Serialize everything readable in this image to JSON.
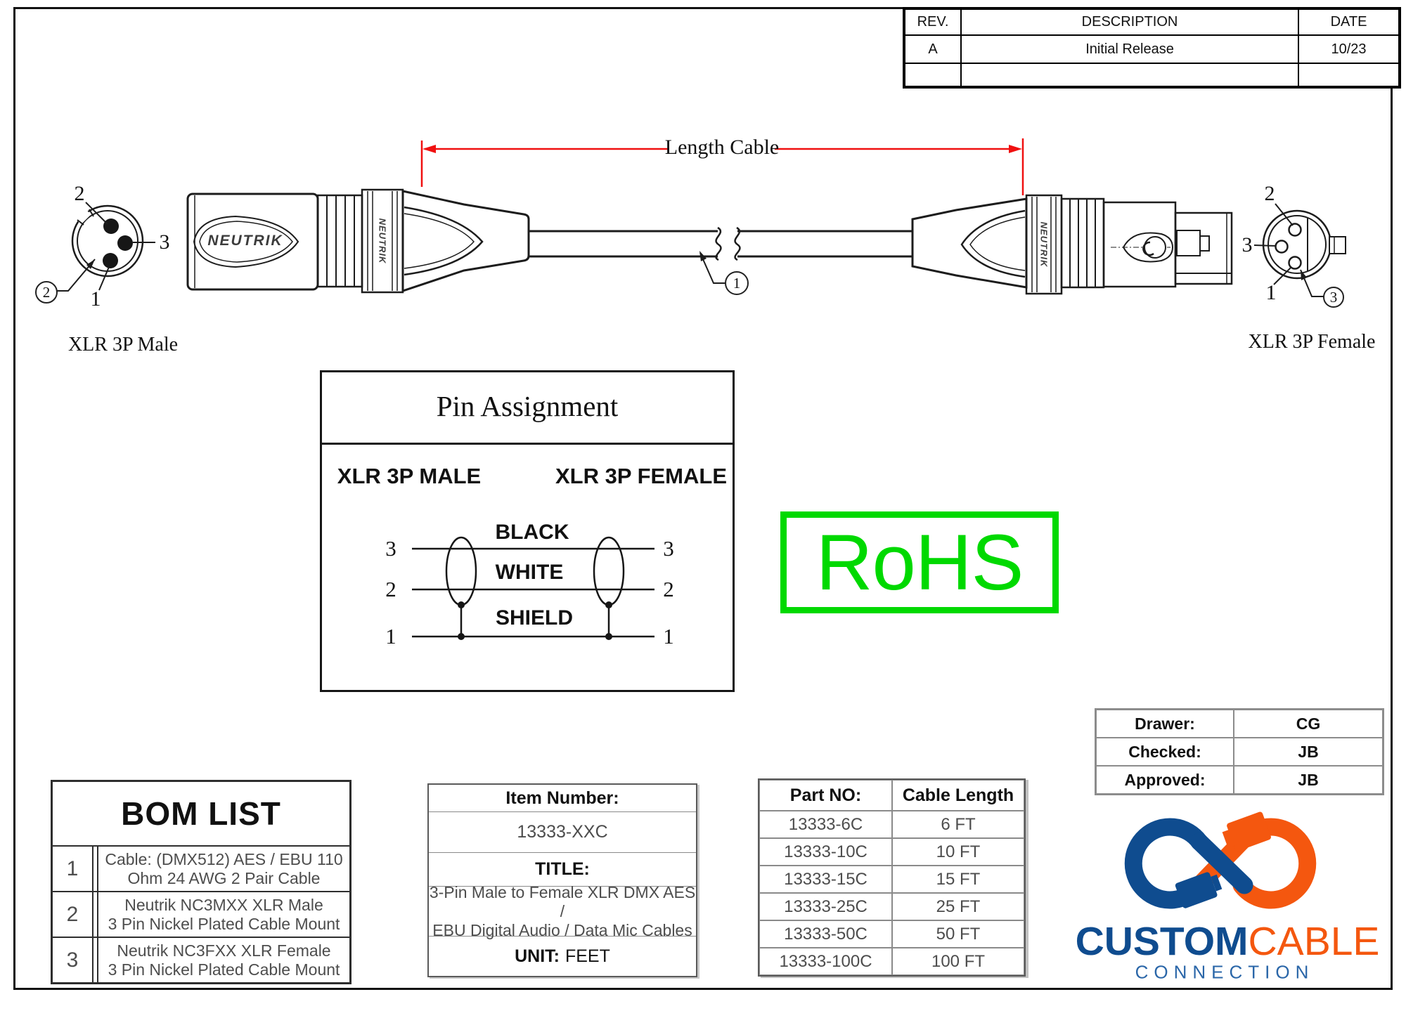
{
  "rev_table": {
    "headers": [
      "REV.",
      "DESCRIPTION",
      "DATE"
    ],
    "rows": [
      [
        "A",
        "Initial Release",
        "10/23"
      ],
      [
        "",
        "",
        ""
      ]
    ]
  },
  "dimension": {
    "label": "Length Cable",
    "color": "#f01010"
  },
  "balloons": {
    "cable": "1",
    "male_housing": "2",
    "female_housing": "3"
  },
  "male_connector": {
    "label": "XLR 3P Male",
    "brand": "NEUTRIK",
    "pins": {
      "1": "1",
      "2": "2",
      "3": "3"
    }
  },
  "female_connector": {
    "label": "XLR 3P Female",
    "brand": "NEUTRIK",
    "pins": {
      "1": "1",
      "2": "2",
      "3": "3"
    }
  },
  "pin_assignment": {
    "title": "Pin Assignment",
    "left_header": "XLR 3P MALE",
    "right_header": "XLR 3P FEMALE",
    "wires": [
      {
        "label": "BLACK",
        "left_pin": "3",
        "right_pin": "3"
      },
      {
        "label": "WHITE",
        "left_pin": "2",
        "right_pin": "2"
      },
      {
        "label": "SHIELD",
        "left_pin": "1",
        "right_pin": "1"
      }
    ]
  },
  "rohs": {
    "label": "RoHS",
    "color": "#00d900"
  },
  "approval": {
    "rows": [
      {
        "label": "Drawer:",
        "value": "CG"
      },
      {
        "label": "Checked:",
        "value": "JB"
      },
      {
        "label": "Approved:",
        "value": "JB"
      }
    ]
  },
  "bom": {
    "title": "BOM LIST",
    "rows": [
      {
        "num": "1",
        "line1": "Cable: (DMX512) AES / EBU 110",
        "line2": "Ohm 24 AWG 2 Pair Cable"
      },
      {
        "num": "2",
        "line1": "Neutrik NC3MXX XLR Male",
        "line2": "3 Pin Nickel Plated Cable Mount"
      },
      {
        "num": "3",
        "line1": "Neutrik NC3FXX XLR Female",
        "line2": "3 Pin Nickel Plated Cable Mount"
      }
    ]
  },
  "item_info": {
    "item_number_label": "Item Number:",
    "item_number": "13333-XXC",
    "title_label": "TITLE:",
    "title_line1": "3-Pin Male to Female XLR DMX AES /",
    "title_line2": "EBU Digital Audio / Data Mic Cables",
    "unit_label": "UNIT:",
    "unit_value": "FEET"
  },
  "part_table": {
    "headers": [
      "Part NO:",
      "Cable Length"
    ],
    "rows": [
      [
        "13333-6C",
        "6 FT"
      ],
      [
        "13333-10C",
        "10 FT"
      ],
      [
        "13333-15C",
        "15 FT"
      ],
      [
        "13333-25C",
        "25 FT"
      ],
      [
        "13333-50C",
        "50 FT"
      ],
      [
        "13333-100C",
        "100 FT"
      ]
    ]
  },
  "logo": {
    "brand_part1": "CUSTOM",
    "brand_part2": "CABLE",
    "subtitle": "CONNECTION",
    "blue": "#0f4c8f",
    "orange": "#f4570f"
  }
}
